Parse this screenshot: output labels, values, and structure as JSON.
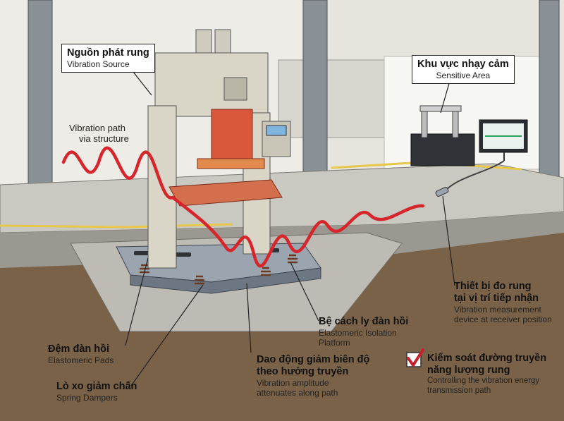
{
  "labels": {
    "source": {
      "vi": "Nguồn phát rung",
      "en": "Vibration Source"
    },
    "path": {
      "en": [
        "Vibration path",
        "via structure"
      ]
    },
    "sensitive": {
      "vi": "Khu vực nhạy cảm",
      "en": "Sensitive Area"
    },
    "device": {
      "vi": [
        "Thiết bị đo rung",
        "tại vị trí tiếp nhận"
      ],
      "en": [
        "Vibration measurement",
        "device at receiver position"
      ]
    },
    "platform": {
      "vi": "Bệ cách ly đàn hồi",
      "en": [
        "Elastomeric Isolation",
        "Platform"
      ]
    },
    "pads": {
      "vi": "Đệm đàn hồi",
      "en": "Elastomeric Pads"
    },
    "attenuate": {
      "vi": [
        "Dao động giảm biên độ",
        "theo hướng truyền"
      ],
      "en": [
        "Vibration amplitude",
        "attenuates along path"
      ]
    },
    "springs": {
      "vi": "Lò xo giảm chấn",
      "en": "Spring Dampers"
    },
    "control": {
      "vi": [
        "Kiểm soát đường truyền",
        "năng lượng rung"
      ],
      "en": [
        "Controlling the vibration energy",
        "transmission path"
      ]
    }
  },
  "colors": {
    "vibration_wave": "#d6262b",
    "machine_body": "#d9d6c8",
    "press_head": "#d9573a",
    "check_mark": "#c8202a",
    "floor_line": "#e7c84a"
  },
  "icons": [
    "check-icon"
  ]
}
